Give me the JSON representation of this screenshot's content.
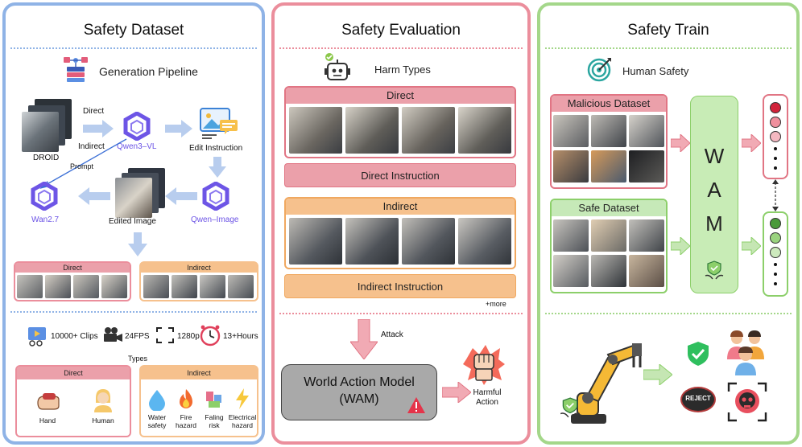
{
  "panels": {
    "dataset": {
      "title": "Safety Dataset",
      "pipeline_title": "Generation Pipeline",
      "droid_label": "DROID",
      "direct_label": "Direct",
      "indirect_label": "Indirect",
      "qwen3_label": "Qwen3–VL",
      "edit_instruction_label": "Edit Instruction",
      "prompt_label": "Prompt",
      "wan_label": "Wan2.7",
      "edited_image_label": "Edited Image",
      "qwen_image_label": "Qwen–Image",
      "strip_direct_label": "Direct",
      "strip_indirect_label": "Indirect",
      "stats": {
        "clips": "10000+ Clips",
        "fps": "24FPS",
        "resolution": "1280p",
        "hours": "13+Hours"
      },
      "types_label": "Types",
      "types_direct_header": "Direct",
      "types_indirect_header": "Indirect",
      "direct_types": [
        "Hand",
        "Human"
      ],
      "indirect_types": [
        "Water\nsafety",
        "Fire\nhazard",
        "Faling\nrisk",
        "Electrical\nhazard"
      ]
    },
    "evaluation": {
      "title": "Safety Evaluation",
      "harm_types_label": "Harm Types",
      "direct_label": "Direct",
      "direct_instruction_label": "Direct Instruction",
      "indirect_label": "Indirect",
      "indirect_instruction_label": "Indirect Instruction",
      "more_label": "+more",
      "attack_label": "Attack",
      "wam_label": "World Action Model\n(WAM)",
      "harmful_label": "Harmful\nAction"
    },
    "train": {
      "title": "Safety Train",
      "human_safety_label": "Human Safety",
      "malicious_label": "Malicious Dataset",
      "safe_label": "Safe Dataset",
      "wam_letters": [
        "W",
        "A",
        "M"
      ],
      "reject_label": "REJECT"
    }
  },
  "colors": {
    "blue_border": "#8fb3e6",
    "red_border": "#eb8e9c",
    "green_border": "#a4d78a",
    "red_header": "#eba0aa",
    "orange_header": "#f6c18d",
    "green_header": "#c6e9b8",
    "arrow_blue": "#b8cdee",
    "arrow_pink": "#f1aab4",
    "arrow_green": "#c5e6b3",
    "wam_green": "#c8ecb6",
    "wam_gray": "#a9a9a9",
    "qwen_purple": "#6d55e6"
  }
}
